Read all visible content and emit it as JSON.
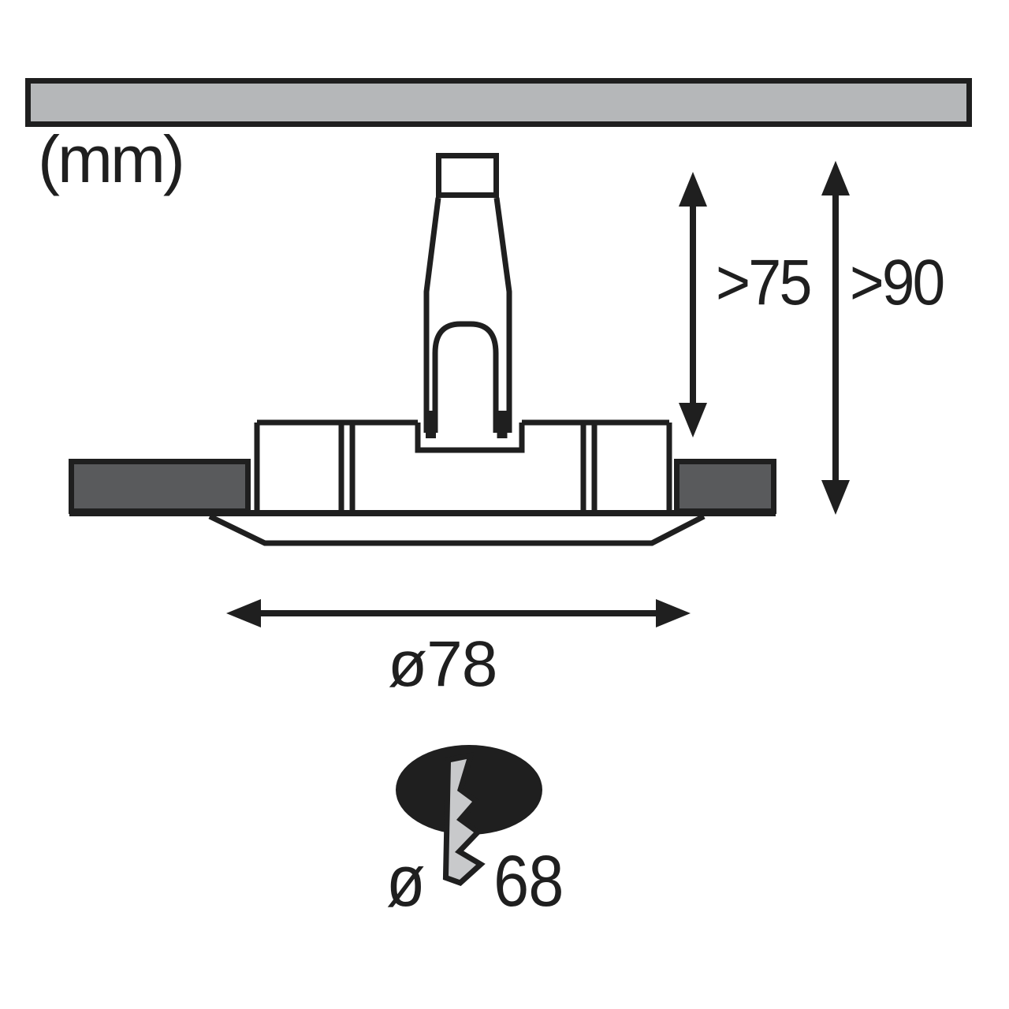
{
  "unit_label": "(mm)",
  "dimensions": {
    "min_recess_depth": ">75",
    "min_total_depth": ">90",
    "fixture_diameter": "ø78",
    "cutout_diameter": "ø 68"
  },
  "colors": {
    "ink": "#1f1f1f",
    "ceiling_panel_fill": "#b5b7b9",
    "ceiling_cut_fill": "#595a5c",
    "bolt_fill": "#c8c9cb",
    "background": "#ffffff"
  }
}
